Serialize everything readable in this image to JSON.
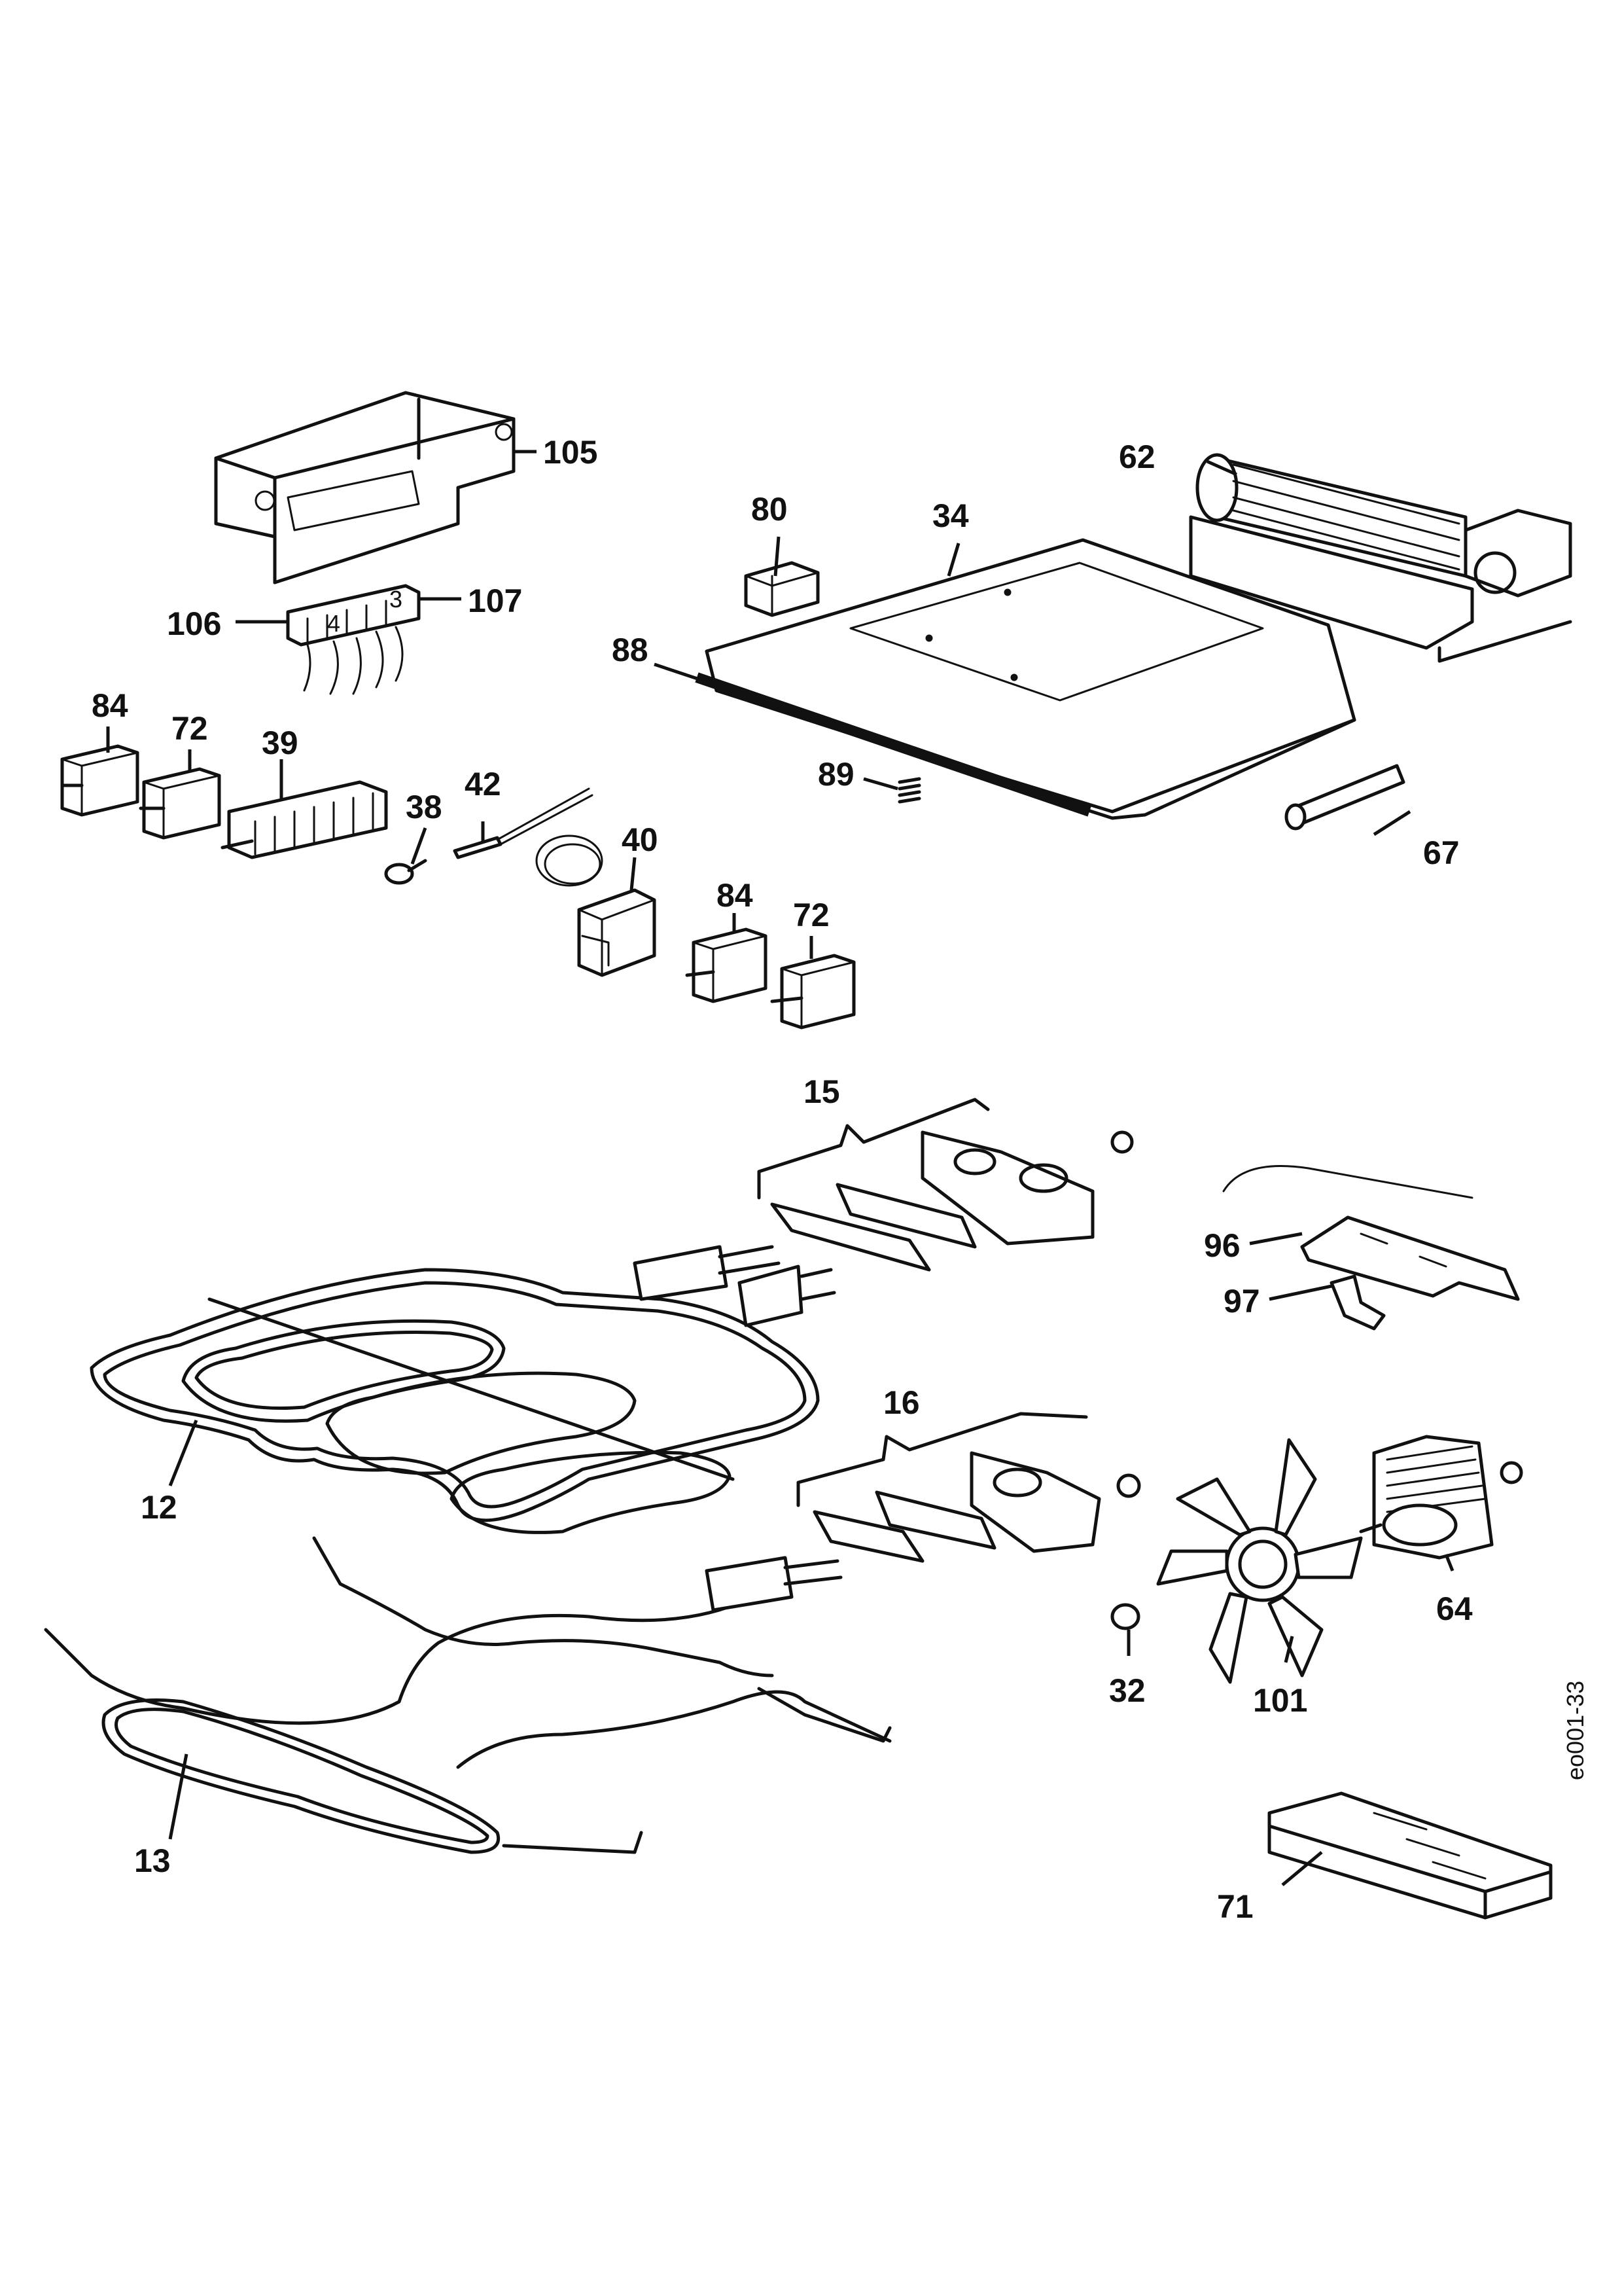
{
  "callouts": {
    "c105": "105",
    "c62": "62",
    "c80": "80",
    "c34": "34",
    "c106": "106",
    "c107": "107",
    "c88": "88",
    "c84a": "84",
    "c72a": "72",
    "c39": "39",
    "c38": "38",
    "c42": "42",
    "c40": "40",
    "c84b": "84",
    "c72b": "72",
    "c89": "89",
    "c67": "67",
    "c15": "15",
    "c96": "96",
    "c97": "97",
    "c12": "12",
    "c16": "16",
    "c64": "64",
    "c32": "32",
    "c101": "101",
    "c13": "13",
    "c71": "71"
  },
  "drawing_code": "eo001-33"
}
